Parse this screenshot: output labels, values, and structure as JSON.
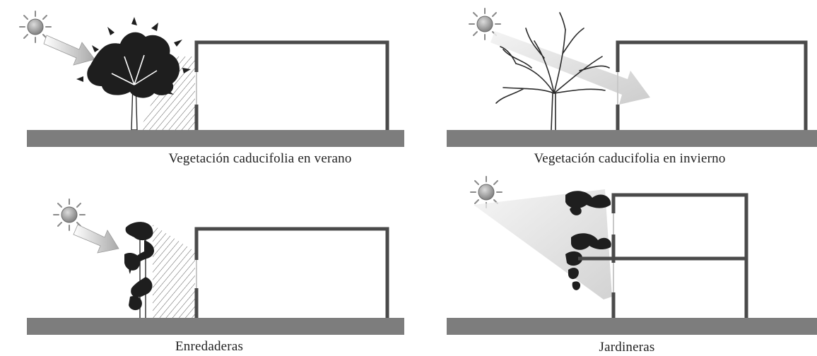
{
  "panels": [
    {
      "caption": "Vegetación caducifolia en verano"
    },
    {
      "caption": "Vegetación caducifolia en invierno"
    },
    {
      "caption": "Enredaderas"
    },
    {
      "caption": "Jardineras"
    }
  ],
  "colors": {
    "ground": "#7d7d7d",
    "wall": "#4a4a4a",
    "foliage": "#1e1e1e",
    "branch": "#2a2a2a",
    "sun_rays": "#8a8a8a",
    "shade_hatch": "#5a5a5a",
    "light_beam": "#d4d4d4"
  },
  "icons": [
    "sun-icon",
    "sunlight-arrow-icon",
    "tree-icon",
    "vine-icon",
    "planter-icon",
    "building-icon"
  ]
}
